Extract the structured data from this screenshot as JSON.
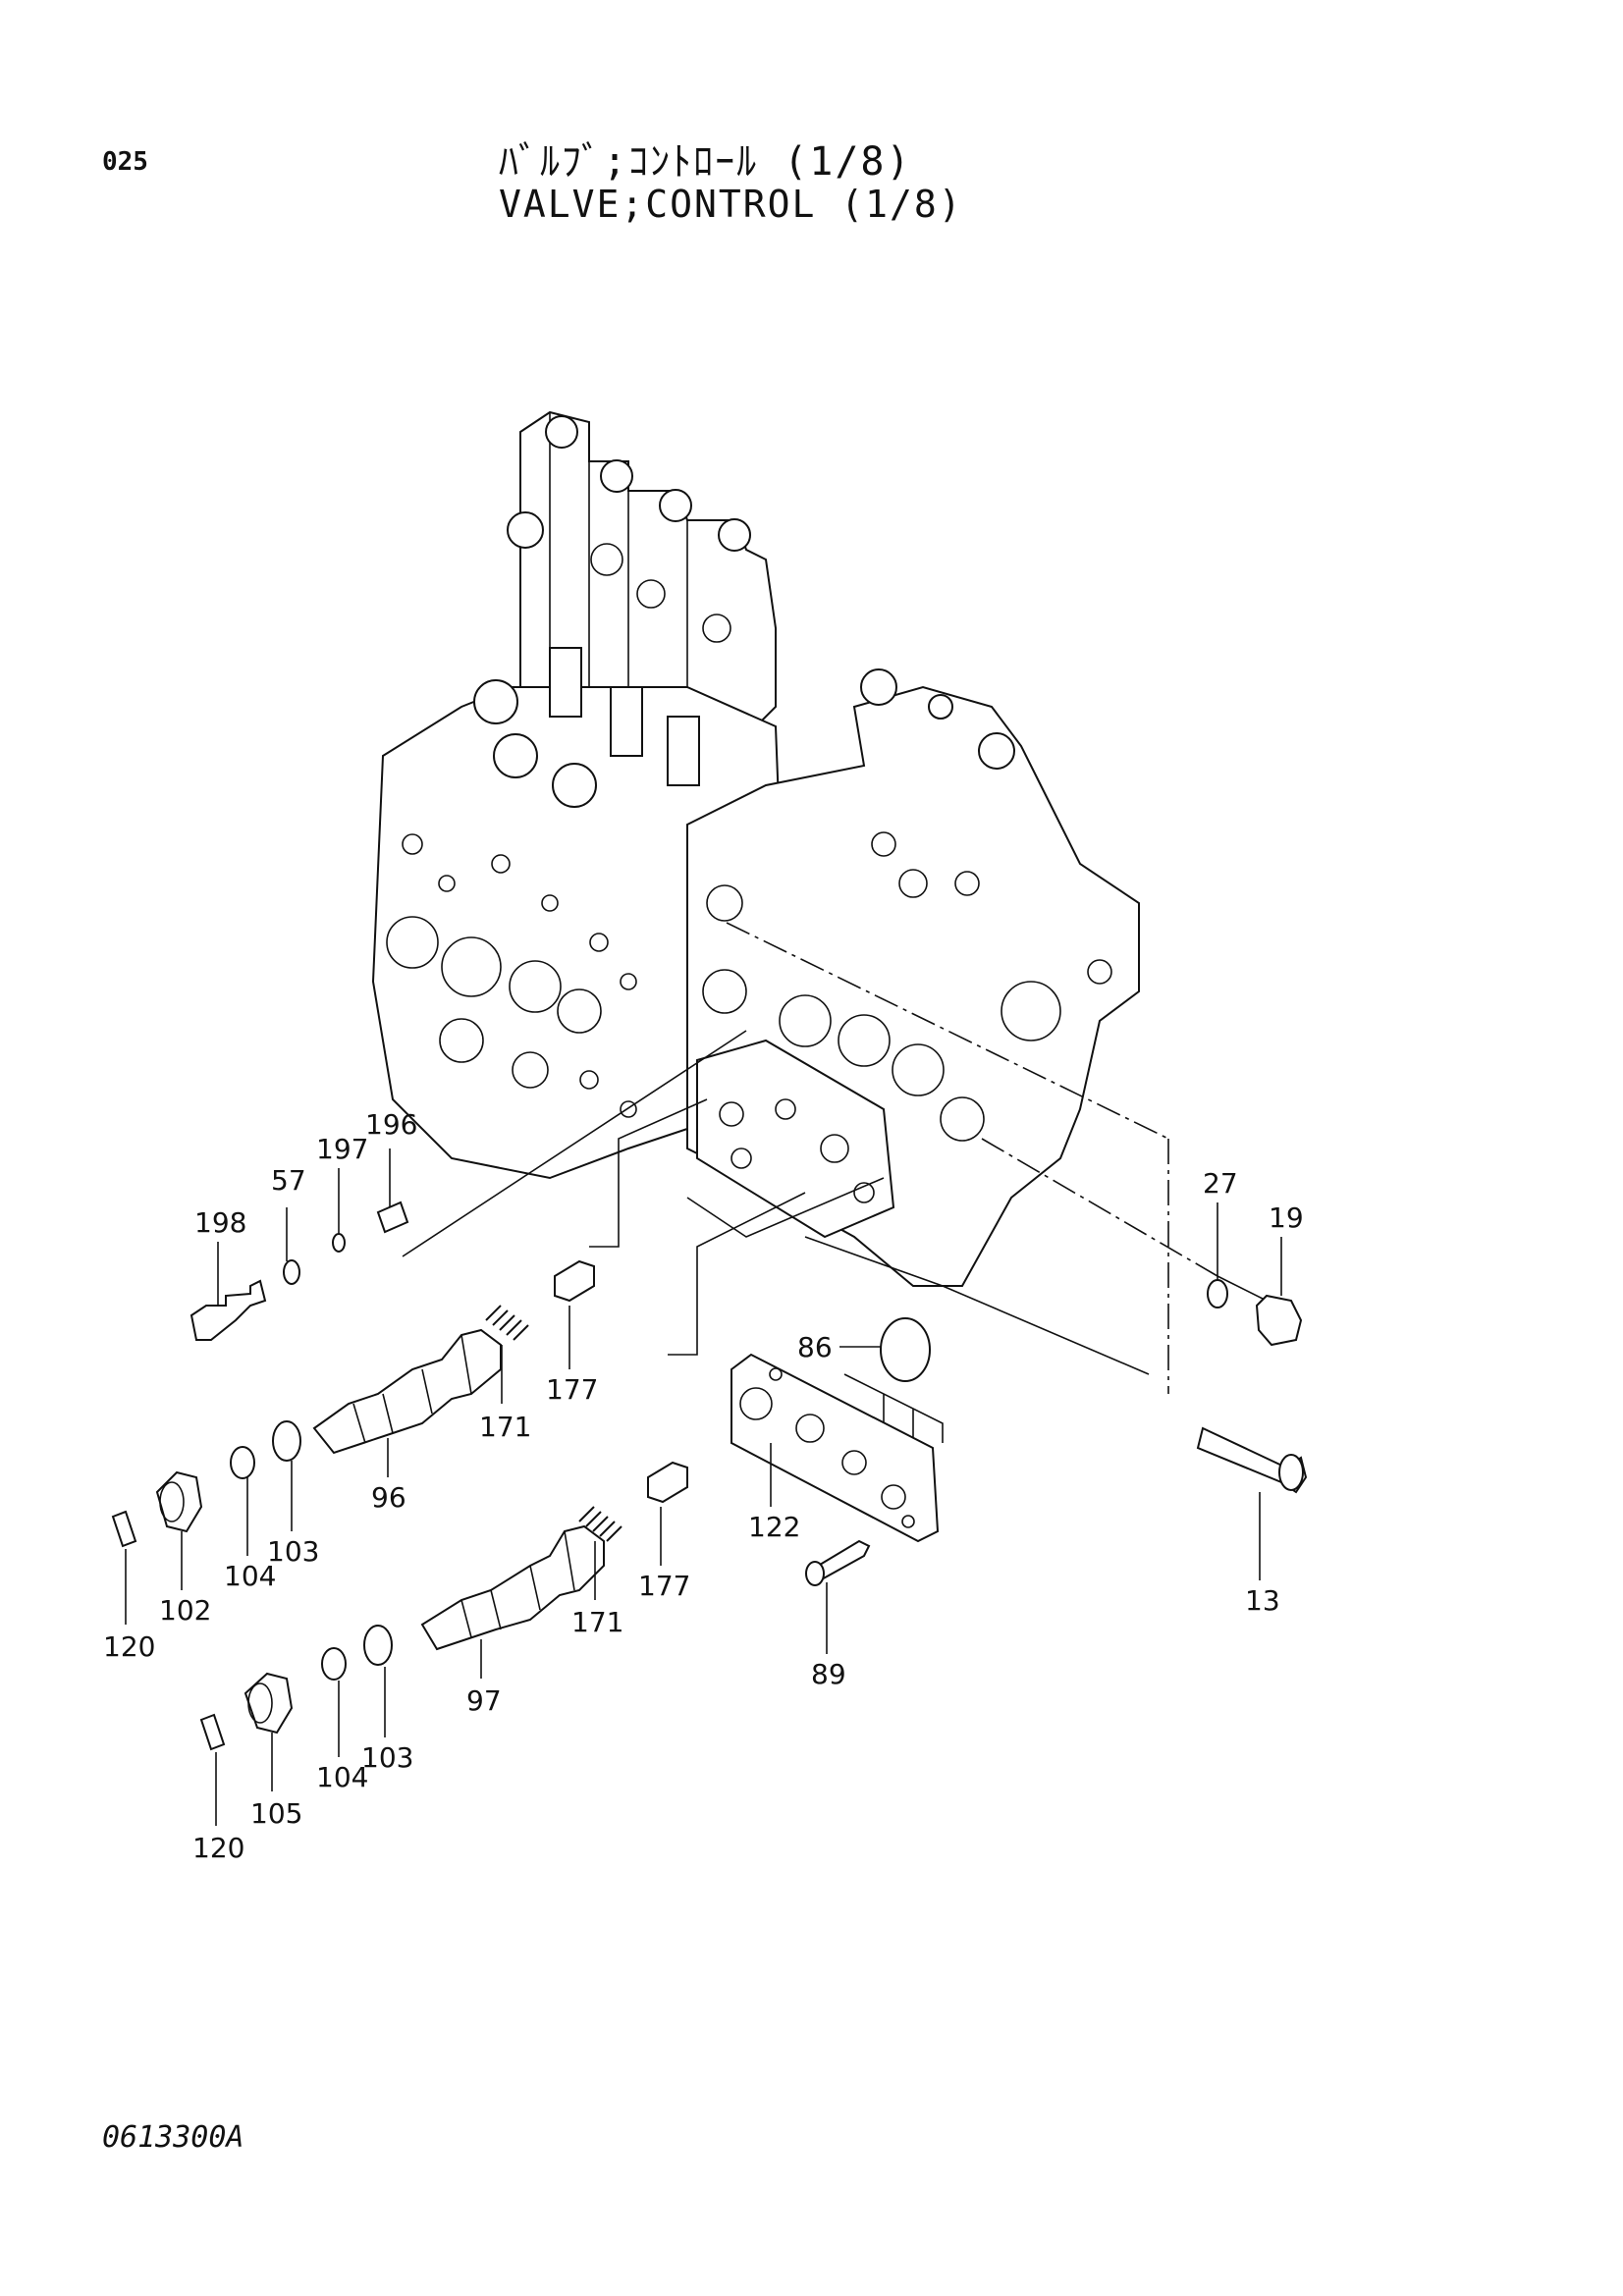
{
  "header": {
    "page_number": "025",
    "title_jp": "ﾊﾞﾙﾌﾞ;ｺﾝﾄﾛｰﾙ (1/8)",
    "title_en": "VALVE;CONTROL (1/8)"
  },
  "footer": {
    "drawing_code": "0613300A"
  },
  "callouts": [
    {
      "id": "c198",
      "label": "198"
    },
    {
      "id": "c57",
      "label": "57"
    },
    {
      "id": "c197",
      "label": "197"
    },
    {
      "id": "c196",
      "label": "196"
    },
    {
      "id": "c177a",
      "label": "177"
    },
    {
      "id": "c171a",
      "label": "171"
    },
    {
      "id": "c96",
      "label": "96"
    },
    {
      "id": "c103a",
      "label": "103"
    },
    {
      "id": "c104a",
      "label": "104"
    },
    {
      "id": "c102",
      "label": "102"
    },
    {
      "id": "c120a",
      "label": "120"
    },
    {
      "id": "c177b",
      "label": "177"
    },
    {
      "id": "c171b",
      "label": "171"
    },
    {
      "id": "c97",
      "label": "97"
    },
    {
      "id": "c103b",
      "label": "103"
    },
    {
      "id": "c104b",
      "label": "104"
    },
    {
      "id": "c105",
      "label": "105"
    },
    {
      "id": "c120b",
      "label": "120"
    },
    {
      "id": "c86",
      "label": "86"
    },
    {
      "id": "c122",
      "label": "122"
    },
    {
      "id": "c89",
      "label": "89"
    },
    {
      "id": "c27",
      "label": "27"
    },
    {
      "id": "c19",
      "label": "19"
    },
    {
      "id": "c13",
      "label": "13"
    }
  ]
}
